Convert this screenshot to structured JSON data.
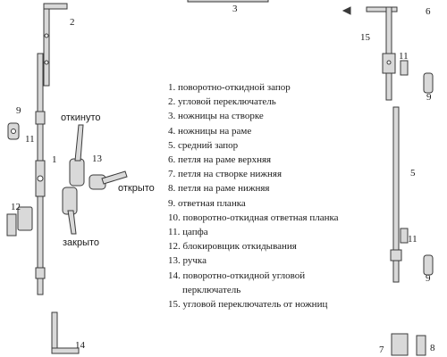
{
  "legend": [
    "1. поворотно-откидной запор",
    "2. угловой переключатель",
    "3. ножницы на створке",
    "4. ножницы на раме",
    "5. средний запор",
    "6. петля на раме верхняя",
    "7. петля на створке нижняя",
    "8. петля на раме нижняя",
    "9. ответная планка",
    "10. поворотно-откидная ответная планка",
    "11. цапфа",
    "12. блокировщик откидывания",
    "13. ручка",
    "14. поворотно-откидной угловой",
    "перключатель",
    "15. угловой переключатель от ножниц"
  ],
  "callouts": {
    "n1": "1",
    "n2": "2",
    "n3": "3",
    "n5": "5",
    "n6": "6",
    "n7": "7",
    "n8": "8",
    "n9_left": "9",
    "n9_right": "9",
    "n11_left": "11",
    "n11_right_top": "11",
    "n11_right_bottom": "11",
    "n12": "12",
    "n13": "13",
    "n14": "14",
    "n15": "15"
  },
  "states": {
    "tilted": "откинуто",
    "open": "открыто",
    "closed": "закрыто"
  },
  "colors": {
    "line": "#3a3a3a",
    "fill": "#d9d9d9",
    "text": "#1a1a1a"
  }
}
